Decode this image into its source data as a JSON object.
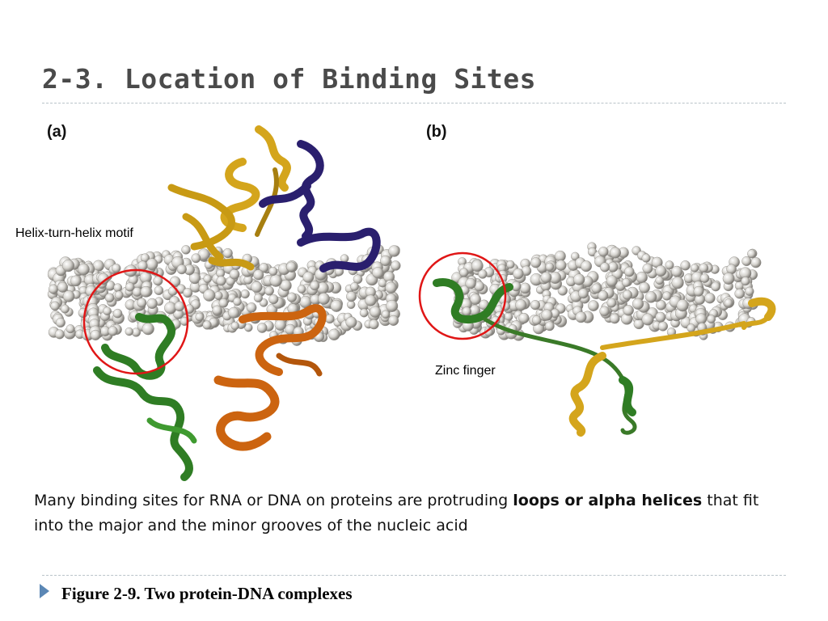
{
  "slide": {
    "title": "2-3. Location of Binding Sites"
  },
  "figure": {
    "panel_a_label": "(a)",
    "panel_b_label": "(b)",
    "callout_a": "Helix-turn-helix motif",
    "callout_b": "Zinc finger",
    "colors": {
      "dna_atoms": "#c9c7c2",
      "protein_yellow": "#d4a51c",
      "protein_navy": "#2a1f6e",
      "protein_green": "#2f7d24",
      "protein_orange": "#cc6410",
      "highlight_circle": "#e01616"
    }
  },
  "body": {
    "part1": "Many binding sites for RNA or  DNA on proteins are protruding ",
    "bold1": "loops or alpha helices",
    "part2": " that fit into the major and the minor grooves of the nucleic acid"
  },
  "caption": {
    "bullet_icon": "triangle-bullet-icon",
    "text": "Figure 2-9. Two protein-DNA complexes"
  }
}
